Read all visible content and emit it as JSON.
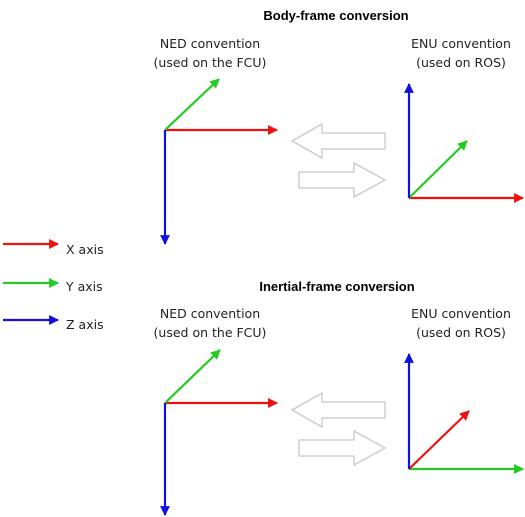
{
  "colors": {
    "x": "#ee1111",
    "y": "#22cc22",
    "z": "#1111dd",
    "conversion_arrow": "#cfcfcf"
  },
  "legend": {
    "x_label": "X axis",
    "y_label": "Y axis",
    "z_label": "Z axis"
  },
  "body_frame": {
    "title": "Body-frame conversion",
    "ned": {
      "line1": "NED convention",
      "line2": "(used on the FCU)"
    },
    "enu": {
      "line1": "ENU convention",
      "line2": "(used on ROS)"
    }
  },
  "inertial_frame": {
    "title": "Inertial-frame conversion",
    "ned": {
      "line1": "NED convention",
      "line2": "(used on the FCU)"
    },
    "enu": {
      "line1": "ENU convention",
      "line2": "(used on ROS)"
    }
  }
}
